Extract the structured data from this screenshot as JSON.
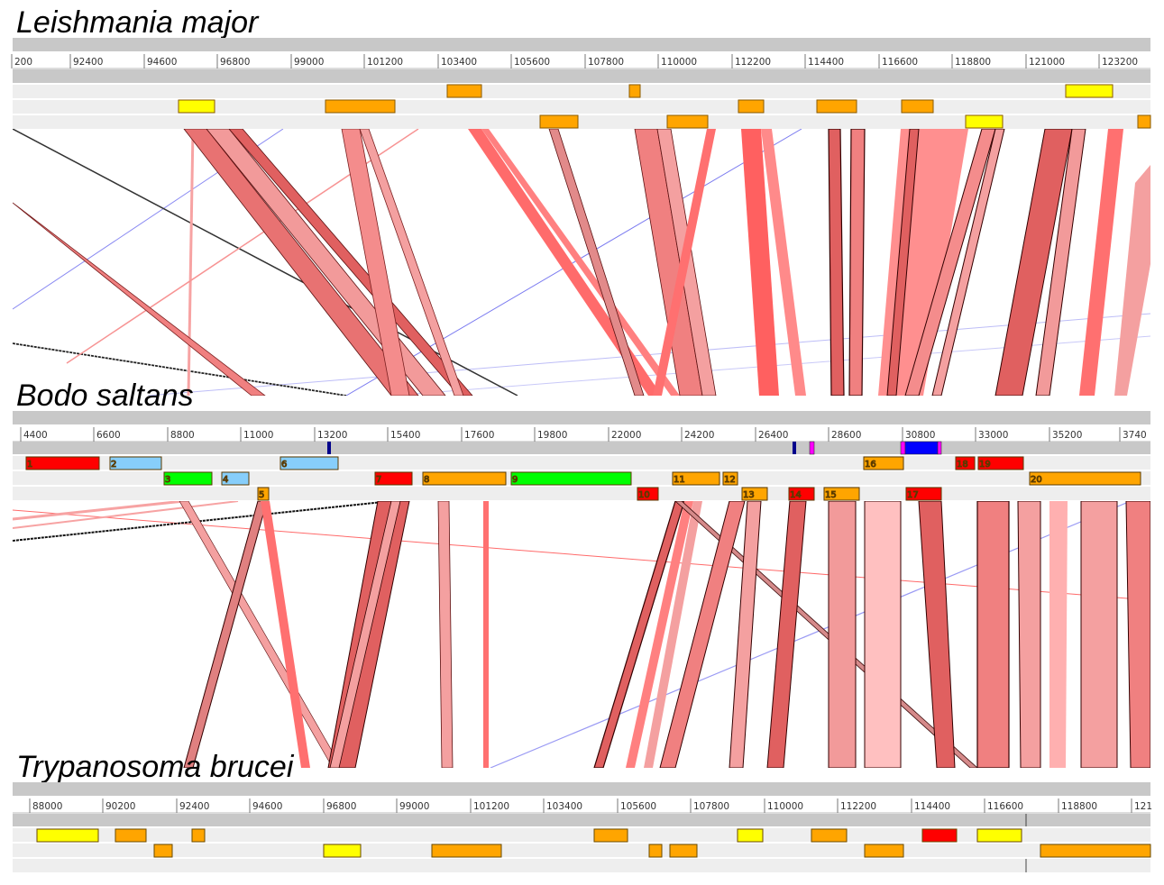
{
  "tracks": [
    {
      "species": "Leishmania major",
      "ticks": [
        "200",
        "92400",
        "94600",
        "96800",
        "99000",
        "101200",
        "103400",
        "105600",
        "107800",
        "110000",
        "112200",
        "114400",
        "116600",
        "118800",
        "121000",
        "123200"
      ],
      "features": [
        {
          "row": 0,
          "color": "#ffa500",
          "label": ""
        },
        {
          "row": 0,
          "color": "#ffa500",
          "label": ""
        },
        {
          "row": 0,
          "color": "#ffff00",
          "label": ""
        },
        {
          "row": 1,
          "color": "#ffff00",
          "label": ""
        },
        {
          "row": 1,
          "color": "#ffa500",
          "label": ""
        },
        {
          "row": 1,
          "color": "#ffa500",
          "label": ""
        },
        {
          "row": 1,
          "color": "#ffa500",
          "label": ""
        },
        {
          "row": 1,
          "color": "#ffa500",
          "label": ""
        },
        {
          "row": 2,
          "color": "#ffa500",
          "label": ""
        },
        {
          "row": 2,
          "color": "#ffa500",
          "label": ""
        },
        {
          "row": 2,
          "color": "#ffff00",
          "label": ""
        },
        {
          "row": 2,
          "color": "#ffa500",
          "label": ""
        }
      ]
    },
    {
      "species": "Bodo saltans",
      "ticks": [
        "4400",
        "6600",
        "8800",
        "11000",
        "13200",
        "15400",
        "17600",
        "19800",
        "22000",
        "24200",
        "26400",
        "28600",
        "30800",
        "33000",
        "35200",
        "3740"
      ],
      "features": [
        {
          "row": 1,
          "color": "#ff0000",
          "label": "1"
        },
        {
          "row": 1,
          "color": "#87cefa",
          "label": "2"
        },
        {
          "row": 1,
          "color": "#87cefa",
          "label": "6"
        },
        {
          "row": 1,
          "color": "#ffa500",
          "label": "16"
        },
        {
          "row": 1,
          "color": "#ff0000",
          "label": "18"
        },
        {
          "row": 1,
          "color": "#ff0000",
          "label": "19"
        },
        {
          "row": 2,
          "color": "#00ff00",
          "label": "3"
        },
        {
          "row": 2,
          "color": "#87cefa",
          "label": "4"
        },
        {
          "row": 2,
          "color": "#ff0000",
          "label": "7"
        },
        {
          "row": 2,
          "color": "#ffa500",
          "label": "8"
        },
        {
          "row": 2,
          "color": "#00ff00",
          "label": "9"
        },
        {
          "row": 2,
          "color": "#ffa500",
          "label": "11"
        },
        {
          "row": 2,
          "color": "#ffa500",
          "label": "12"
        },
        {
          "row": 2,
          "color": "#ffa500",
          "label": "20"
        },
        {
          "row": 3,
          "color": "#ffa500",
          "label": "5"
        },
        {
          "row": 3,
          "color": "#ff0000",
          "label": "10"
        },
        {
          "row": 3,
          "color": "#ffa500",
          "label": "13"
        },
        {
          "row": 3,
          "color": "#ff0000",
          "label": "14"
        },
        {
          "row": 3,
          "color": "#ffa500",
          "label": "15"
        },
        {
          "row": 3,
          "color": "#ff0000",
          "label": "17"
        }
      ]
    },
    {
      "species": "Trypanosoma brucei",
      "ticks": [
        "88000",
        "90200",
        "92400",
        "94600",
        "96800",
        "99000",
        "101200",
        "103400",
        "105600",
        "107800",
        "110000",
        "112200",
        "114400",
        "116600",
        "118800",
        "121"
      ],
      "features": [
        {
          "row": 0,
          "color": "#ffff00",
          "label": ""
        },
        {
          "row": 0,
          "color": "#ffa500",
          "label": ""
        },
        {
          "row": 0,
          "color": "#ffa500",
          "label": ""
        },
        {
          "row": 0,
          "color": "#ffa500",
          "label": ""
        },
        {
          "row": 0,
          "color": "#ffff00",
          "label": ""
        },
        {
          "row": 0,
          "color": "#ffa500",
          "label": ""
        },
        {
          "row": 0,
          "color": "#ff0000",
          "label": ""
        },
        {
          "row": 0,
          "color": "#ffff00",
          "label": ""
        },
        {
          "row": 1,
          "color": "#ffa500",
          "label": ""
        },
        {
          "row": 1,
          "color": "#ffff00",
          "label": ""
        },
        {
          "row": 1,
          "color": "#ffa500",
          "label": ""
        },
        {
          "row": 1,
          "color": "#ffa500",
          "label": ""
        },
        {
          "row": 1,
          "color": "#ffa500",
          "label": ""
        },
        {
          "row": 1,
          "color": "#ffa500",
          "label": ""
        },
        {
          "row": 1,
          "color": "#ffa500",
          "label": ""
        }
      ]
    }
  ],
  "colors": {
    "match_red": "#ff5a5a",
    "match_pink": "#f7a3a3",
    "match_blue": "#7a7af0",
    "ruler": "#c8c8c8",
    "row": "#eeeeee"
  }
}
